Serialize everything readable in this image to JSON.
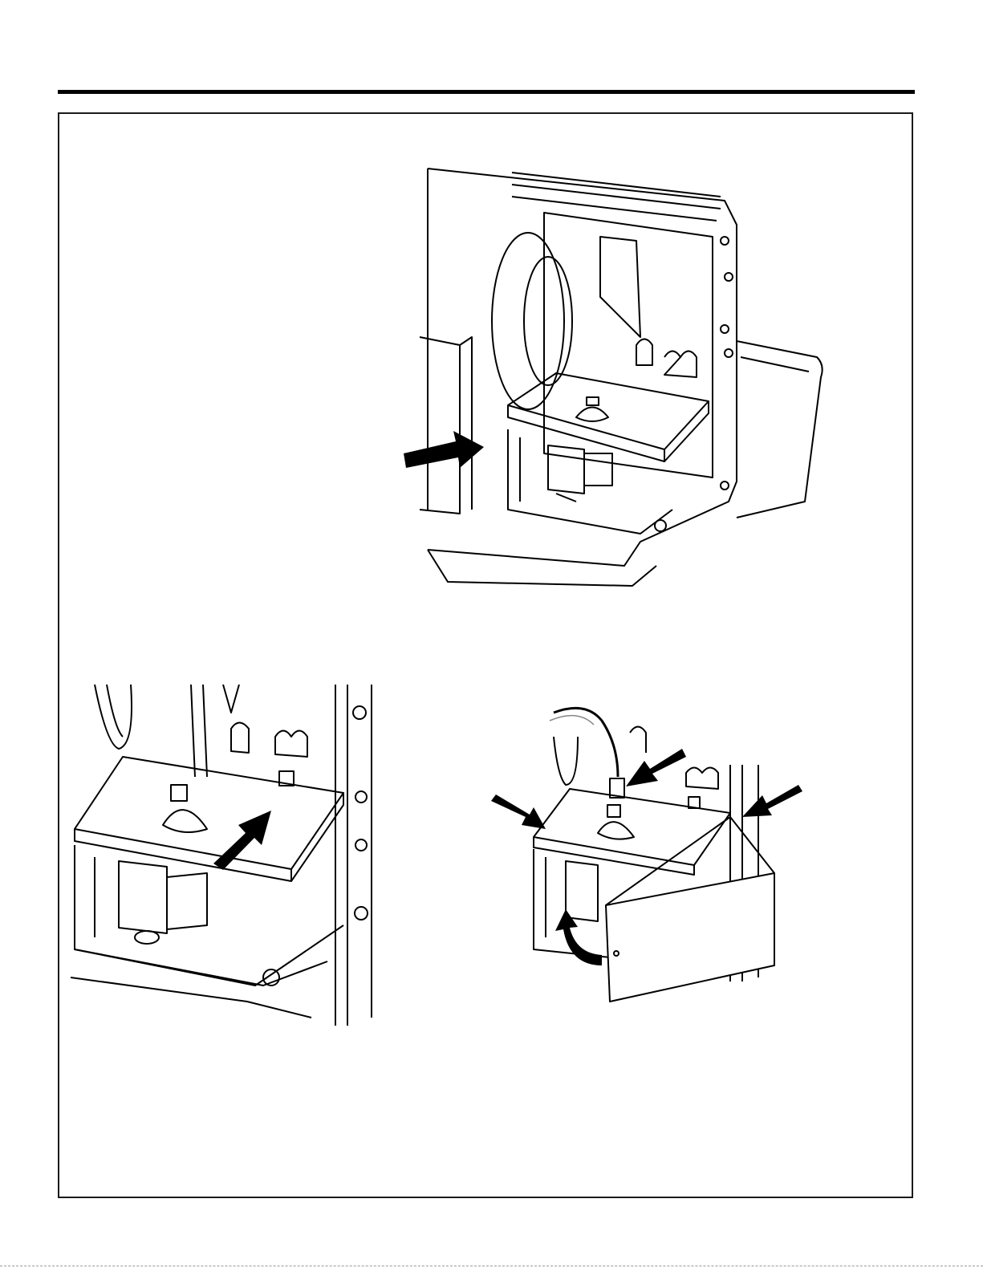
{
  "page": {
    "background": "#ffffff",
    "rule_color": "#000000"
  },
  "figures": [
    {
      "id": "fig-top",
      "icon": "icemaker-compartment-illustration",
      "arrows": 1
    },
    {
      "id": "fig-bottom-left",
      "icon": "mounting-plate-slide-illustration",
      "arrows": 1
    },
    {
      "id": "fig-bottom-right",
      "icon": "cover-wire-harness-illustration",
      "arrows": 4
    }
  ]
}
